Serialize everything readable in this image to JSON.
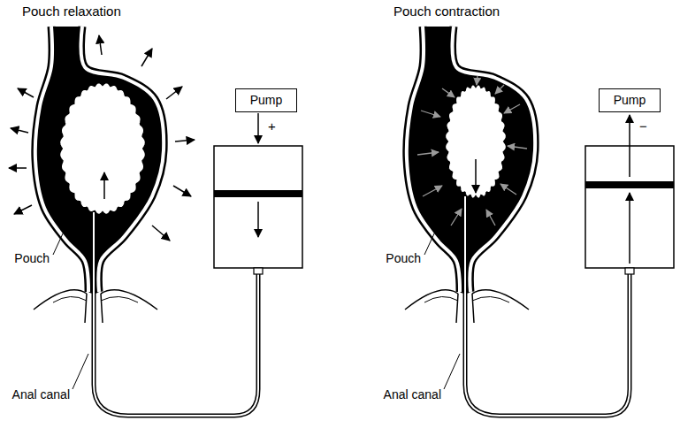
{
  "diagram": {
    "nodes": [
      {
        "text": [
          "Pump"
        ]
      },
      {
        "text": [
          "Pump"
        ]
      }
    ],
    "labels": [
      "Pouch relaxation",
      "+",
      "Pouch",
      "Anal canal",
      "Pouch contraction",
      "−",
      "Pouch",
      "Anal canal"
    ]
  }
}
